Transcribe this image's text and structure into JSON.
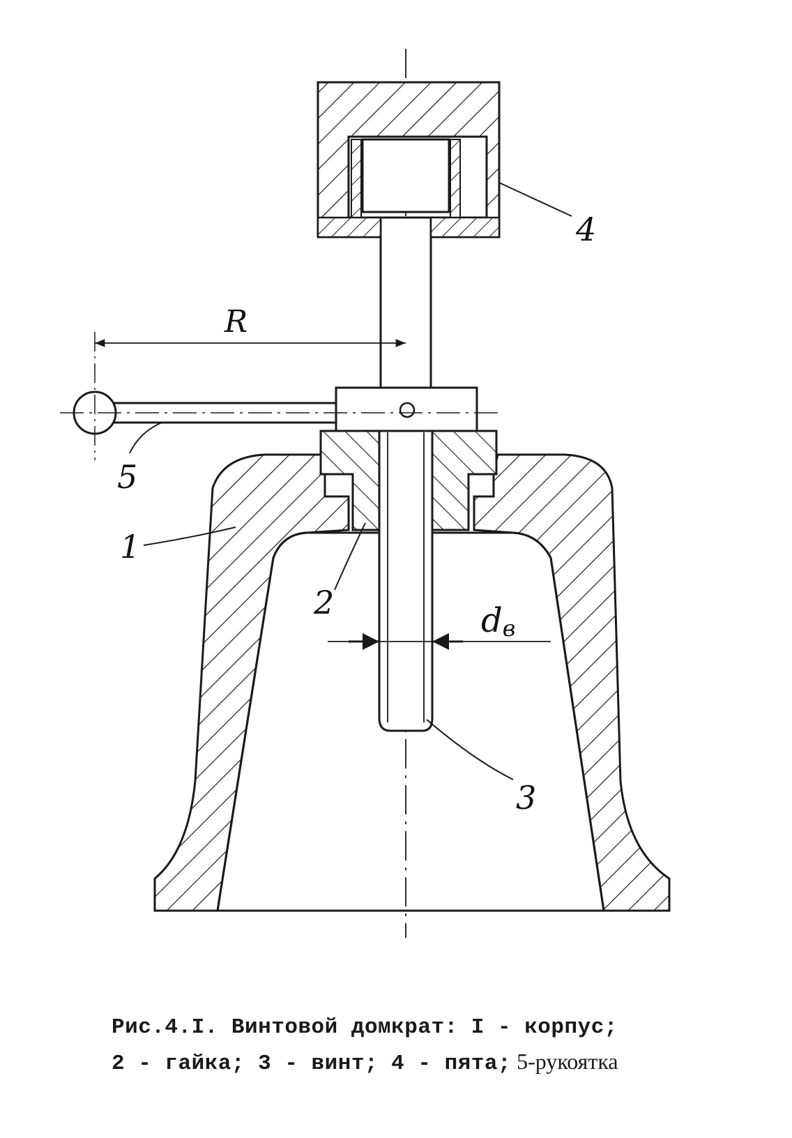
{
  "labels": {
    "part1": "1",
    "part2": "2",
    "part3": "3",
    "part4": "4",
    "part5": "5",
    "dim_R": "R",
    "dim_d": "d",
    "dim_d_sub": "в"
  },
  "caption": {
    "line1": "Рис.4.I. Винтовой домкрат: I - корпус;",
    "line2_main": "2 - гайка; 3 - винт; 4 - пята;",
    "line2_tail": " 5-рукоятка"
  },
  "colors": {
    "ink": "#1a1a1a",
    "paper": "#ffffff"
  }
}
